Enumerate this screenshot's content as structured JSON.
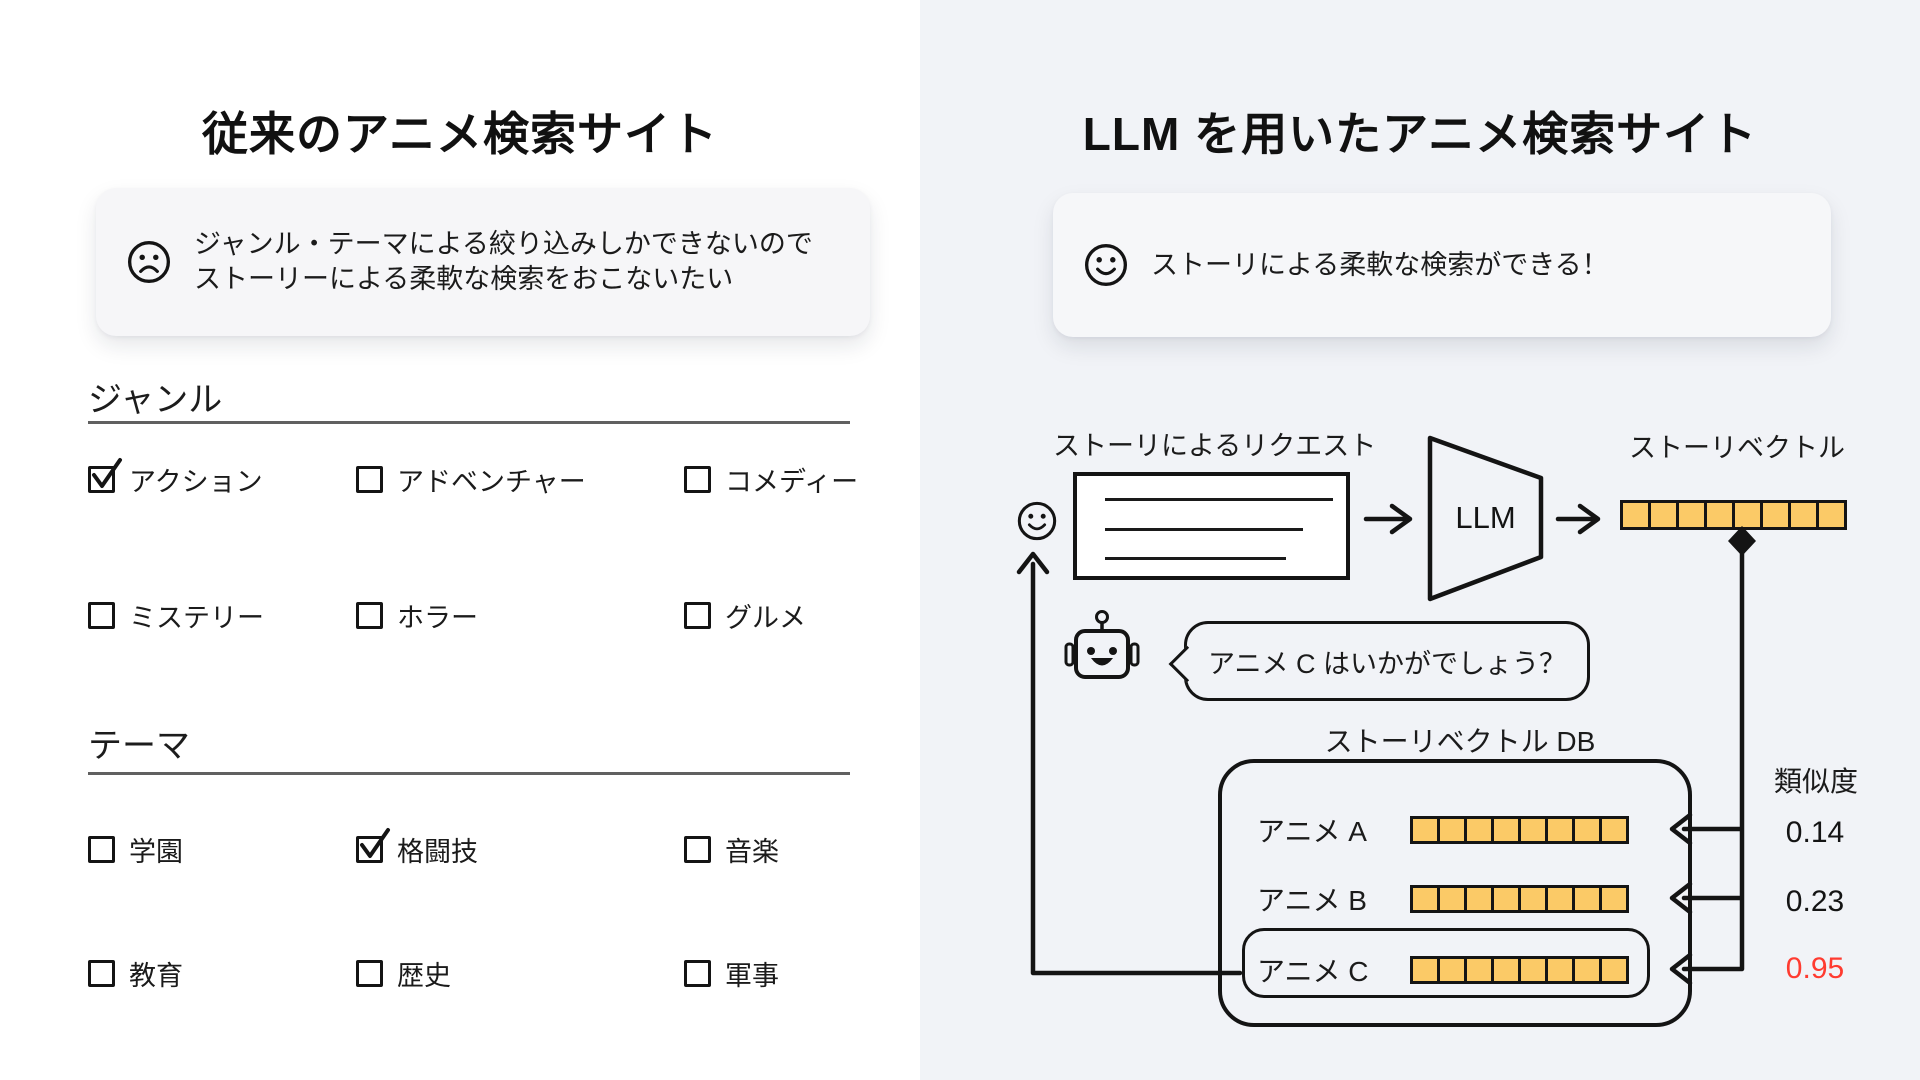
{
  "left": {
    "title": "従来のアニメ検索サイト",
    "callout": {
      "icon": "sad-face-icon",
      "line1": "ジャンル・テーマによる絞り込みしかできないので",
      "line2": "ストーリーによる柔軟な検索をおこないたい"
    },
    "sections": [
      {
        "heading": "ジャンル",
        "items": [
          {
            "label": "アクション",
            "checked": true
          },
          {
            "label": "アドベンチャー",
            "checked": false
          },
          {
            "label": "コメディー",
            "checked": false
          },
          {
            "label": "ミステリー",
            "checked": false
          },
          {
            "label": "ホラー",
            "checked": false
          },
          {
            "label": "グルメ",
            "checked": false
          }
        ]
      },
      {
        "heading": "テーマ",
        "items": [
          {
            "label": "学園",
            "checked": false
          },
          {
            "label": "格闘技",
            "checked": true
          },
          {
            "label": "音楽",
            "checked": false
          },
          {
            "label": "教育",
            "checked": false
          },
          {
            "label": "歴史",
            "checked": false
          },
          {
            "label": "軍事",
            "checked": false
          }
        ]
      }
    ]
  },
  "right": {
    "title": "LLM を用いたアニメ検索サイト",
    "callout": {
      "icon": "happy-face-icon",
      "text": "ストーリによる柔軟な検索ができる！"
    },
    "flow": {
      "request_label": "ストーリによるリクエスト",
      "llm_label": "LLM",
      "vector_label": "ストーリベクトル",
      "vector_cells": 8,
      "bubble_text": "アニメ C はいかがでしょう？",
      "db_label": "ストーリベクトル DB",
      "similarity_label": "類似度",
      "rows": [
        {
          "name": "アニメ A",
          "score": "0.14",
          "highlight": false
        },
        {
          "name": "アニメ B",
          "score": "0.23",
          "highlight": false
        },
        {
          "name": "アニメ C",
          "score": "0.95",
          "highlight": true
        }
      ]
    },
    "colors": {
      "panel_bg": "#F1F3F7",
      "cell_fill": "#FBCA67",
      "highlight_score": "#FF3B30",
      "ink": "#141414"
    }
  }
}
